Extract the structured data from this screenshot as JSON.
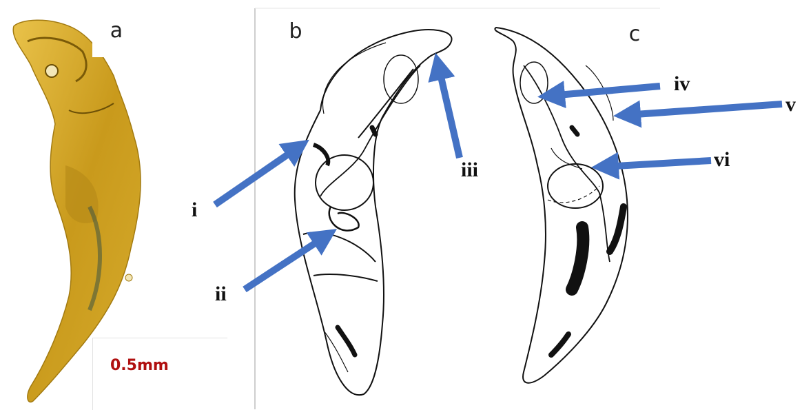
{
  "panels": {
    "a": {
      "label": "a"
    },
    "b": {
      "label": "b"
    },
    "c": {
      "label": "c"
    }
  },
  "scale_bar": {
    "text": "0.5mm",
    "color": "#b01010"
  },
  "arrow_color": "#4472c4",
  "annotations": [
    {
      "id": "i",
      "label": "i"
    },
    {
      "id": "ii",
      "label": "ii"
    },
    {
      "id": "iii",
      "label": "iii"
    },
    {
      "id": "iv",
      "label": "iv"
    },
    {
      "id": "v",
      "label": "v"
    },
    {
      "id": "vi",
      "label": "vi"
    }
  ]
}
